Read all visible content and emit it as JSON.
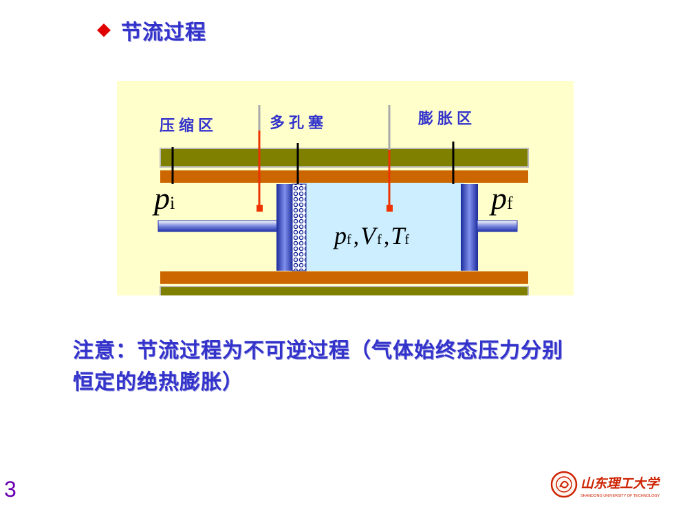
{
  "slide": {
    "title": "节流过程",
    "note": "注意：节流过程为不可逆过程（气体始终态压力分别恒定的绝热膨胀）",
    "page_number": "3"
  },
  "figure": {
    "label_compression": "压缩区",
    "label_porous_plug": "多孔塞",
    "label_expansion": "膨胀区",
    "p_left": "p",
    "p_left_sub": "i",
    "p_right": "p",
    "p_right_sub": "f",
    "state_p": "p",
    "state_p_sub": "f",
    "state_v": "V",
    "state_v_sub": "f",
    "state_t": "T",
    "state_t_sub": "f",
    "comma": ","
  },
  "logo": {
    "text": "山东理工大学",
    "subtext": "SHANDONG UNIVERSITY OF TECHNOLOGY"
  },
  "colors": {
    "accent_blue": "#3333cc",
    "bullet_red": "#e00000",
    "panel_bg": "#ffffcc",
    "olive": "#7f7f00",
    "orange": "#cc6600",
    "gas": "#cceeff",
    "piston": "#3344bb",
    "logo_red": "#cc2200",
    "page_num": "#6a00b0"
  }
}
